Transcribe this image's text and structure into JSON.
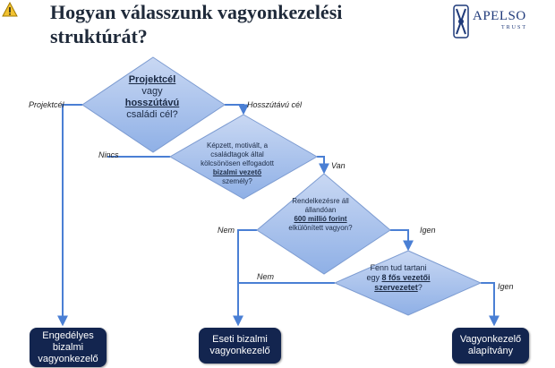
{
  "title_lines": [
    "Hogyan válasszunk vagyonkezelési",
    "struktúrát?"
  ],
  "logo": {
    "name": "APELSO",
    "sub": "TRUST"
  },
  "diamonds": {
    "d1": {
      "bold1": "Projektcél",
      "t1": "vagy",
      "bold2": "hosszútávú",
      "t2": "családi cél?"
    },
    "d2": {
      "t1": "Képzett, motivált, a családtagok által kölcsönösen elfogadott",
      "bold1": "bizalmi vezető",
      "t2": "személy?"
    },
    "d3": {
      "t1": "Rendelkezésre áll állandóan",
      "bold1": "600 millió forint",
      "t2": "elkülönített vagyon?"
    },
    "d4": {
      "t1": "Fenn tud tartani egy",
      "bold1": "8 fős vezetői szervezetet",
      "t2": "?"
    }
  },
  "labels": {
    "projektcel": "Projektcél",
    "hosszutavu": "Hosszútávú cél",
    "nincs": "Nincs",
    "van": "Van",
    "nem1": "Nem",
    "igen1": "Igen",
    "nem2": "Nem",
    "igen2": "Igen"
  },
  "outcomes": {
    "b1": "Engedélyes bizalmi vagyonkezelő",
    "b2": "Eseti bizalmi vagyonkezelő",
    "b3": "Vagyonkezelő alapítvány"
  }
}
